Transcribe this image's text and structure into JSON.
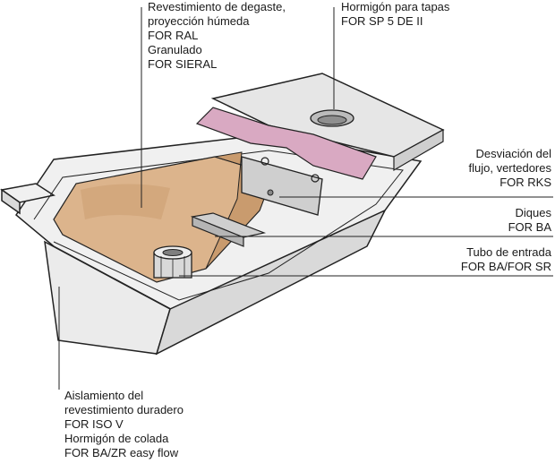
{
  "labels": {
    "lining_top": [
      "Revestimiento de degaste,",
      "proyección húmeda",
      "FOR RAL",
      "Granulado",
      "FOR SIERAL"
    ],
    "cover_concrete": [
      "Hormigón para tapas",
      "FOR SP 5 DE II"
    ],
    "flow_deviation": [
      "Desviación del",
      "flujo, vertedores",
      "FOR RKS"
    ],
    "dams": [
      "Diques",
      "FOR BA"
    ],
    "inlet_tube": [
      "Tubo de entrada",
      "FOR BA/FOR SR"
    ],
    "insulation": [
      "Aislamiento del",
      "revestimiento duradero",
      "FOR ISO V",
      "Hormigón de colada",
      "FOR BA/ZR easy flow"
    ]
  },
  "colors": {
    "outline": "#222222",
    "shell": "#f0f0f0",
    "shell_dark": "#d6d6d6",
    "lining": "#dcb48c",
    "lining_dark": "#c99b6e",
    "cover": "#e6e6e6",
    "cover_pink": "#d9a9c2",
    "steel": "#cfcfcf"
  }
}
